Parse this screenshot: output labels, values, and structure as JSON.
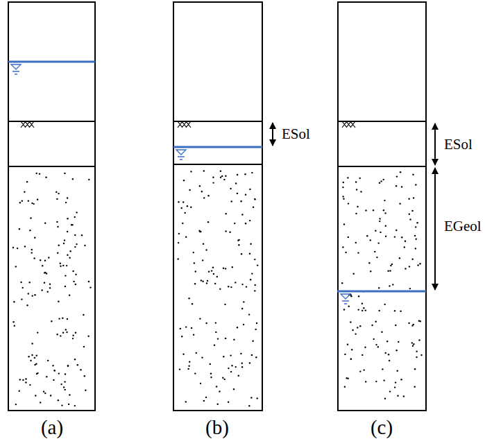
{
  "diagram": {
    "labels": [
      "(a)",
      "(b)",
      "(c)",
      "ESol",
      "ESol",
      "EGeol"
    ]
  }
}
